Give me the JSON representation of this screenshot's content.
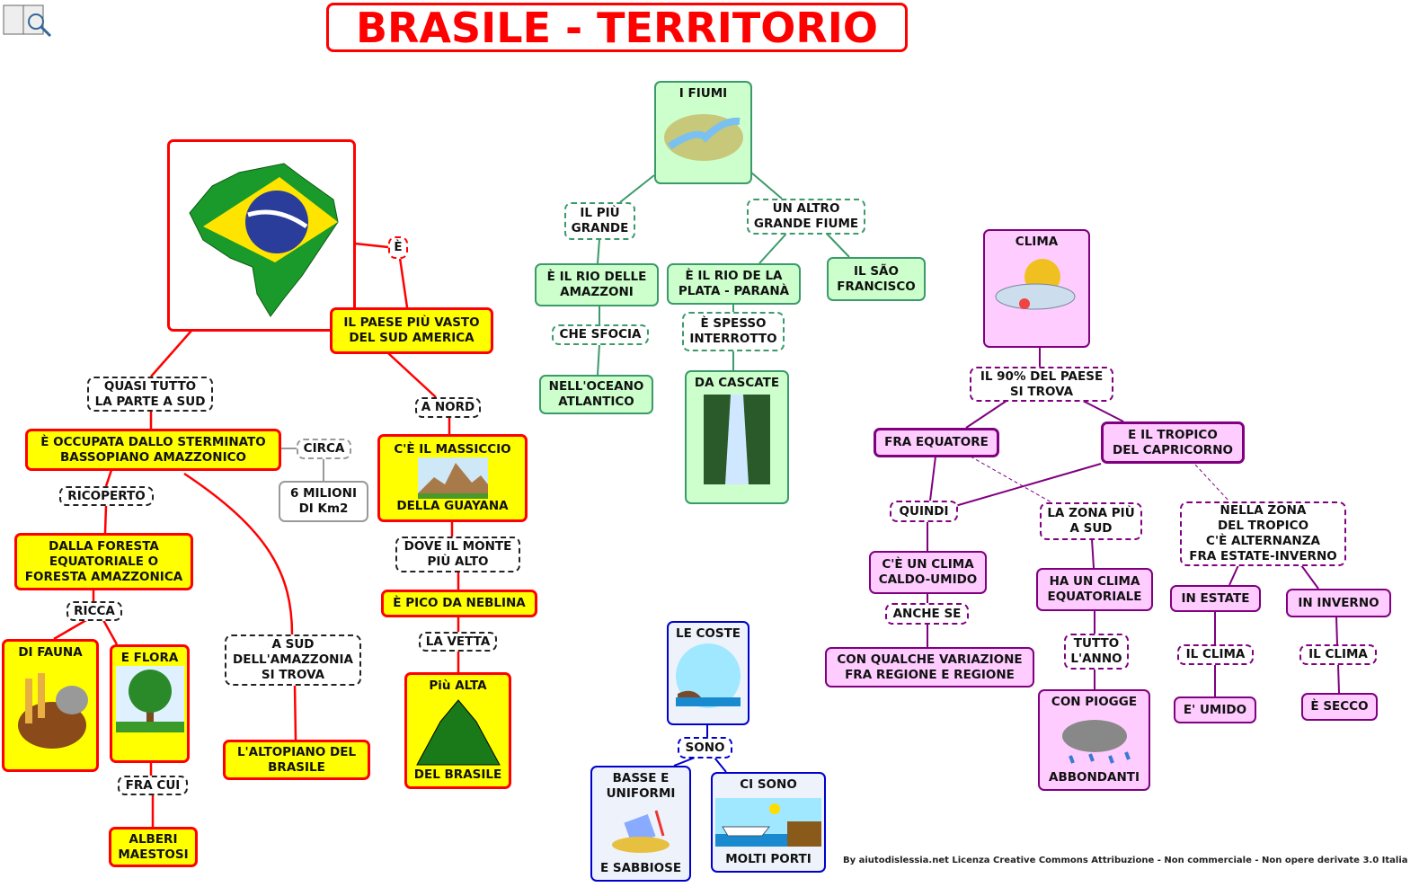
{
  "title": "BRASILE - TERRITORIO",
  "footer": "By aiutodislessia.net Licenza Creative Commons Attribuzione - Non commerciale - Non opere derivate 3.0 Italia",
  "colors": {
    "red": "#ff0000",
    "yellow": "#ffff00",
    "green": "#ccffcc",
    "purple": "#800080",
    "pink": "#ffccff",
    "blue": "#0000cc"
  },
  "territory": {
    "is": "È",
    "largest": "IL PAESE PIÙ VASTO\nDEL SUD AMERICA",
    "south_link": "QUASI TUTTO\nLA PARTE A SUD",
    "north_link": "A NORD",
    "occupied": "È OCCUPATA DALLO STERMINATO\nBASSOPIANO AMAZZONICO",
    "about": "CIRCA",
    "area": "6 MILIONI\nDI Km2",
    "massif_top": "C'È  IL MASSICCIO",
    "massif_bottom": "DELLA GUAYANA",
    "covered": "RICOPERTO",
    "where_mount": "DOVE IL MONTE\nPIÙ ALTO",
    "forest": "DALLA FORESTA\nEQUATORIALE O\nFORESTA AMAZZONICA",
    "neblina": "È PICO DA NEBLINA",
    "rich": "RICCA",
    "summit": "LA VETTA",
    "fauna": "DI FAUNA",
    "flora": "E FLORA",
    "south_amazon": "A SUD\nDELL'AMAZZONIA\nSI TROVA",
    "highest_top": "Più ALTA",
    "highest_bottom": "DEL BRASILE",
    "plateau": "L'ALTOPIANO DEL\nBRASILE",
    "among": "FRA CUI",
    "trees": "ALBERI\nMAESTOSI"
  },
  "rivers": {
    "title": "I FIUMI",
    "biggest": "IL PIÙ\nGRANDE",
    "another": "UN ALTRO\nGRANDE FIUME",
    "amazon": "È IL RIO DELLE\nAMAZZONI",
    "plata": "È IL RIO DE LA\nPLATA - PARANÀ",
    "sao": "IL SÃO\nFRANCISCO",
    "flows": "CHE SFOCIA",
    "interrupted": "È SPESSO\nINTERROTTO",
    "ocean": "NELL'OCEANO\nATLANTICO",
    "falls": "DA CASCATE"
  },
  "climate": {
    "title": "CLIMA",
    "ninety": "IL 90% DEL PAESE\nSI TROVA",
    "equator": "FRA EQUATORE",
    "tropic": "E IL TROPICO\nDEL CAPRICORNO",
    "so": "QUINDI",
    "south_zone": "LA ZONA PIÙ\nA SUD",
    "tropic_zone": "NELLA ZONA\nDEL TROPICO\nC'È ALTERNANZA\nFRA ESTATE-INVERNO",
    "hot_humid": "C'È UN CLIMA\nCALDO-UMIDO",
    "equatorial": "HA UN CLIMA\nEQUATORIALE",
    "summer": "IN ESTATE",
    "winter": "IN INVERNO",
    "even_if": "ANCHE SE",
    "variation": "CON QUALCHE VARIAZIONE\nFRA REGIONE E REGIONE",
    "all_year": "TUTTO\nL'ANNO",
    "climate_s": "IL CLIMA",
    "climate_w": "IL CLIMA",
    "humid": "E' UMIDO",
    "dry": "È SECCO",
    "rain_top": "CON PIOGGE",
    "rain_bottom": "ABBONDANTI"
  },
  "coasts": {
    "title": "LE COSTE",
    "are": "SONO",
    "low_top": "BASSE E\nUNIFORMI",
    "low_bottom": "E SABBIOSE",
    "ports_top": "CI SONO",
    "ports_bottom": "MOLTI PORTI"
  }
}
